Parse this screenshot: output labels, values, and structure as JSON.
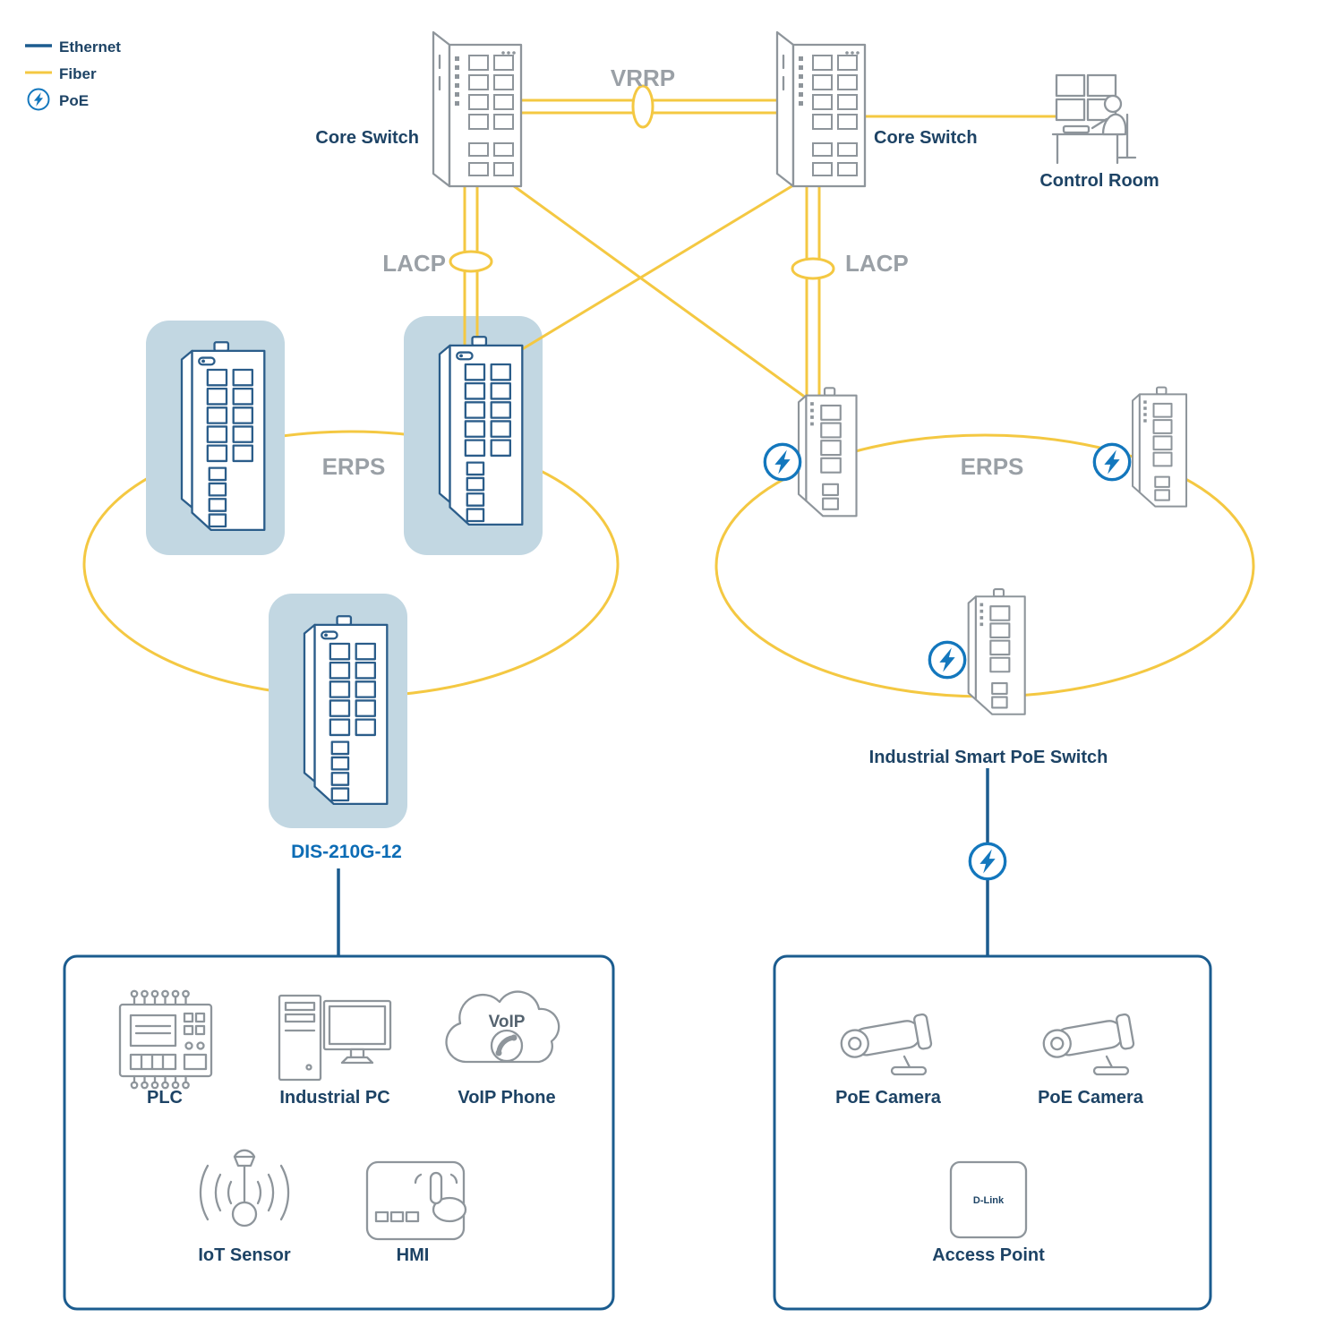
{
  "diagram": {
    "legend": {
      "ethernet": "Ethernet",
      "fiber": "Fiber",
      "poe": "PoE"
    },
    "core": {
      "left_label": "Core Switch",
      "right_label": "Core Switch",
      "vrrp": "VRRP",
      "control_room": "Control Room"
    },
    "left_ring": {
      "lacp": "LACP",
      "erps": "ERPS",
      "model": "DIS-210G-12"
    },
    "right_ring": {
      "lacp": "LACP",
      "erps": "ERPS",
      "switch_label": "Industrial Smart PoE Switch"
    },
    "endpoints_left": {
      "plc": "PLC",
      "industrial_pc": "Industrial PC",
      "voip_phone": "VoIP Phone",
      "voip_cloud_text": "VoIP",
      "iot_sensor": "IoT Sensor",
      "hmi": "HMI"
    },
    "endpoints_right": {
      "poe_camera_1": "PoE Camera",
      "poe_camera_2": "PoE Camera",
      "access_point": "Access Point",
      "access_point_brand": "D-Link"
    }
  },
  "colors": {
    "ethernet_line": "#1b5c8f",
    "fiber_line": "#f4c842",
    "poe_accent": "#1377bd",
    "device_outline_gray": "#8e959b",
    "device_outline_blue": "#2b5d8a",
    "highlight_background": "#c2d7e2",
    "label_navy": "#1d4365",
    "label_gray": "#9aa0a6",
    "model_label_blue": "#0c6cb5"
  }
}
